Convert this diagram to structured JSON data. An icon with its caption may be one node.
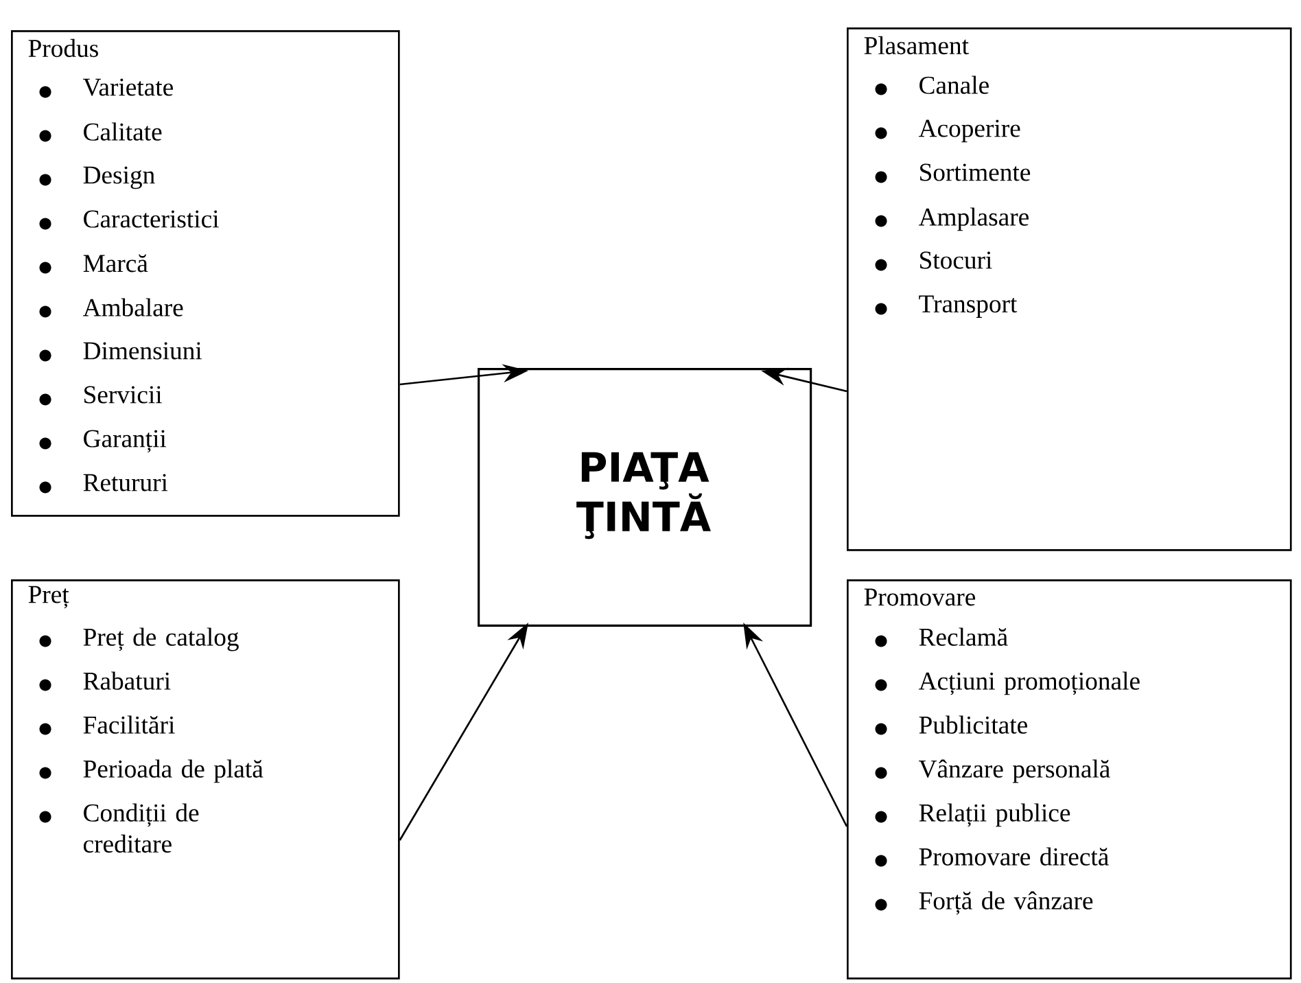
{
  "diagram": {
    "nodes": [
      {
        "text": [
          "Produs",
          "Varietate",
          "Calitate",
          "Design",
          "Caracteristici",
          "Marcă",
          "Ambalare",
          "Dimensiuni",
          "Servicii",
          "Garanții",
          "Retururi"
        ]
      },
      {
        "text": [
          "Plasament",
          "Canale",
          "Acoperire",
          "Sortimente",
          "Amplasare",
          "Stocuri",
          "Transport"
        ]
      },
      {
        "text": [
          "PIAŢA ŢINTĂ"
        ]
      },
      {
        "text": [
          "Preț",
          "Preț de catalog",
          "Rabaturi",
          "Facilitări",
          "Perioada de plată",
          "Condiții de creditare"
        ]
      },
      {
        "text": [
          "Promovare",
          "Reclamă",
          "Acțiuni promoționale",
          "Publicitate",
          "Vânzare personală",
          "Relații publice",
          "Promovare directă",
          "Forță de vânzare"
        ]
      }
    ],
    "edges": [
      {
        "from": 0,
        "to": 2,
        "arrow": "to"
      },
      {
        "from": 1,
        "to": 2,
        "arrow": "to"
      },
      {
        "from": 3,
        "to": 2,
        "arrow": "to"
      },
      {
        "from": 4,
        "to": 2,
        "arrow": "to"
      }
    ]
  }
}
